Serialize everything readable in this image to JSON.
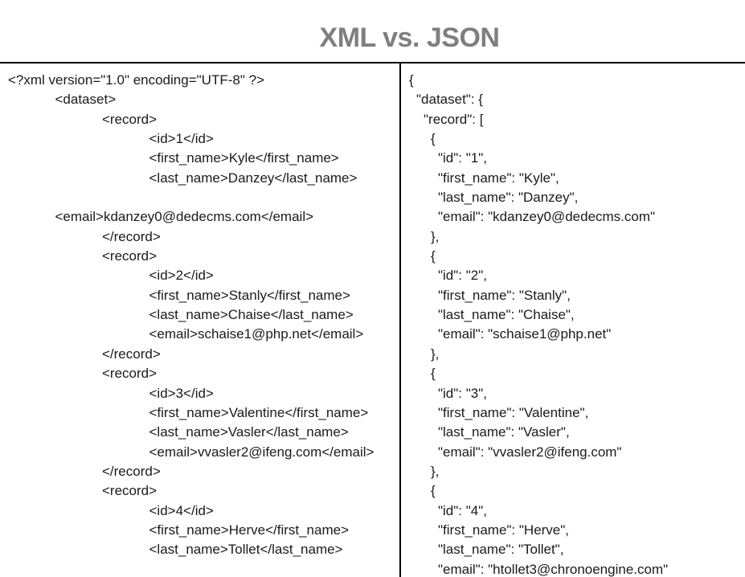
{
  "title": "XML vs. JSON",
  "colors": {
    "title_gray": "#7f7f7f",
    "code_text": "#1a1a1a",
    "divider": "#000000",
    "background": "#ffffff"
  },
  "xml_panel": {
    "lines": [
      {
        "text": "<?xml version=\"1.0\" encoding=\"UTF-8\" ?>",
        "indent": 0
      },
      {
        "text": "<dataset>",
        "indent": 1
      },
      {
        "text": "<record>",
        "indent": 2
      },
      {
        "text": "<id>1</id>",
        "indent": 3
      },
      {
        "text": "<first_name>Kyle</first_name>",
        "indent": 3
      },
      {
        "text": "<last_name>Danzey</last_name>",
        "indent": 3
      },
      {
        "text": "",
        "indent": 0
      },
      {
        "text": "<email>kdanzey0@dedecms.com</email>",
        "indent": 1
      },
      {
        "text": "</record>",
        "indent": 2
      },
      {
        "text": "<record>",
        "indent": 2
      },
      {
        "text": "<id>2</id>",
        "indent": 3
      },
      {
        "text": "<first_name>Stanly</first_name>",
        "indent": 3
      },
      {
        "text": "<last_name>Chaise</last_name>",
        "indent": 3
      },
      {
        "text": "<email>schaise1@php.net</email>",
        "indent": 3
      },
      {
        "text": "</record>",
        "indent": 2
      },
      {
        "text": "<record>",
        "indent": 2
      },
      {
        "text": "<id>3</id>",
        "indent": 3
      },
      {
        "text": "<first_name>Valentine</first_name>",
        "indent": 3
      },
      {
        "text": "<last_name>Vasler</last_name>",
        "indent": 3
      },
      {
        "text": "<email>vvasler2@ifeng.com</email>",
        "indent": 3
      },
      {
        "text": "</record>",
        "indent": 2
      },
      {
        "text": "<record>",
        "indent": 2
      },
      {
        "text": "<id>4</id>",
        "indent": 3
      },
      {
        "text": "<first_name>Herve</first_name>",
        "indent": 3
      },
      {
        "text": "<last_name>Tollet</last_name>",
        "indent": 3
      }
    ]
  },
  "json_panel": {
    "lines": [
      {
        "text": "{",
        "indent": 0
      },
      {
        "text": "\"dataset\": {",
        "indent": 1
      },
      {
        "text": "\"record\": [",
        "indent": 2
      },
      {
        "text": "{",
        "indent": 3
      },
      {
        "text": "\"id\": \"1\",",
        "indent": 4
      },
      {
        "text": "\"first_name\": \"Kyle\",",
        "indent": 4
      },
      {
        "text": "\"last_name\": \"Danzey\",",
        "indent": 4
      },
      {
        "text": "\"email\": \"kdanzey0@dedecms.com\"",
        "indent": 4
      },
      {
        "text": "},",
        "indent": 3
      },
      {
        "text": "{",
        "indent": 3
      },
      {
        "text": "\"id\": \"2\",",
        "indent": 4
      },
      {
        "text": "\"first_name\": \"Stanly\",",
        "indent": 4
      },
      {
        "text": "\"last_name\": \"Chaise\",",
        "indent": 4
      },
      {
        "text": "\"email\": \"schaise1@php.net\"",
        "indent": 4
      },
      {
        "text": "},",
        "indent": 3
      },
      {
        "text": "{",
        "indent": 3
      },
      {
        "text": "\"id\": \"3\",",
        "indent": 4
      },
      {
        "text": "\"first_name\": \"Valentine\",",
        "indent": 4
      },
      {
        "text": "\"last_name\": \"Vasler\",",
        "indent": 4
      },
      {
        "text": "\"email\": \"vvasler2@ifeng.com\"",
        "indent": 4
      },
      {
        "text": "},",
        "indent": 3
      },
      {
        "text": "{",
        "indent": 3
      },
      {
        "text": "\"id\": \"4\",",
        "indent": 4
      },
      {
        "text": "\"first_name\": \"Herve\",",
        "indent": 4
      },
      {
        "text": "\"last_name\": \"Tollet\",",
        "indent": 4
      },
      {
        "text": "\"email\": \"htollet3@chronoengine.com\"",
        "indent": 4
      }
    ]
  }
}
